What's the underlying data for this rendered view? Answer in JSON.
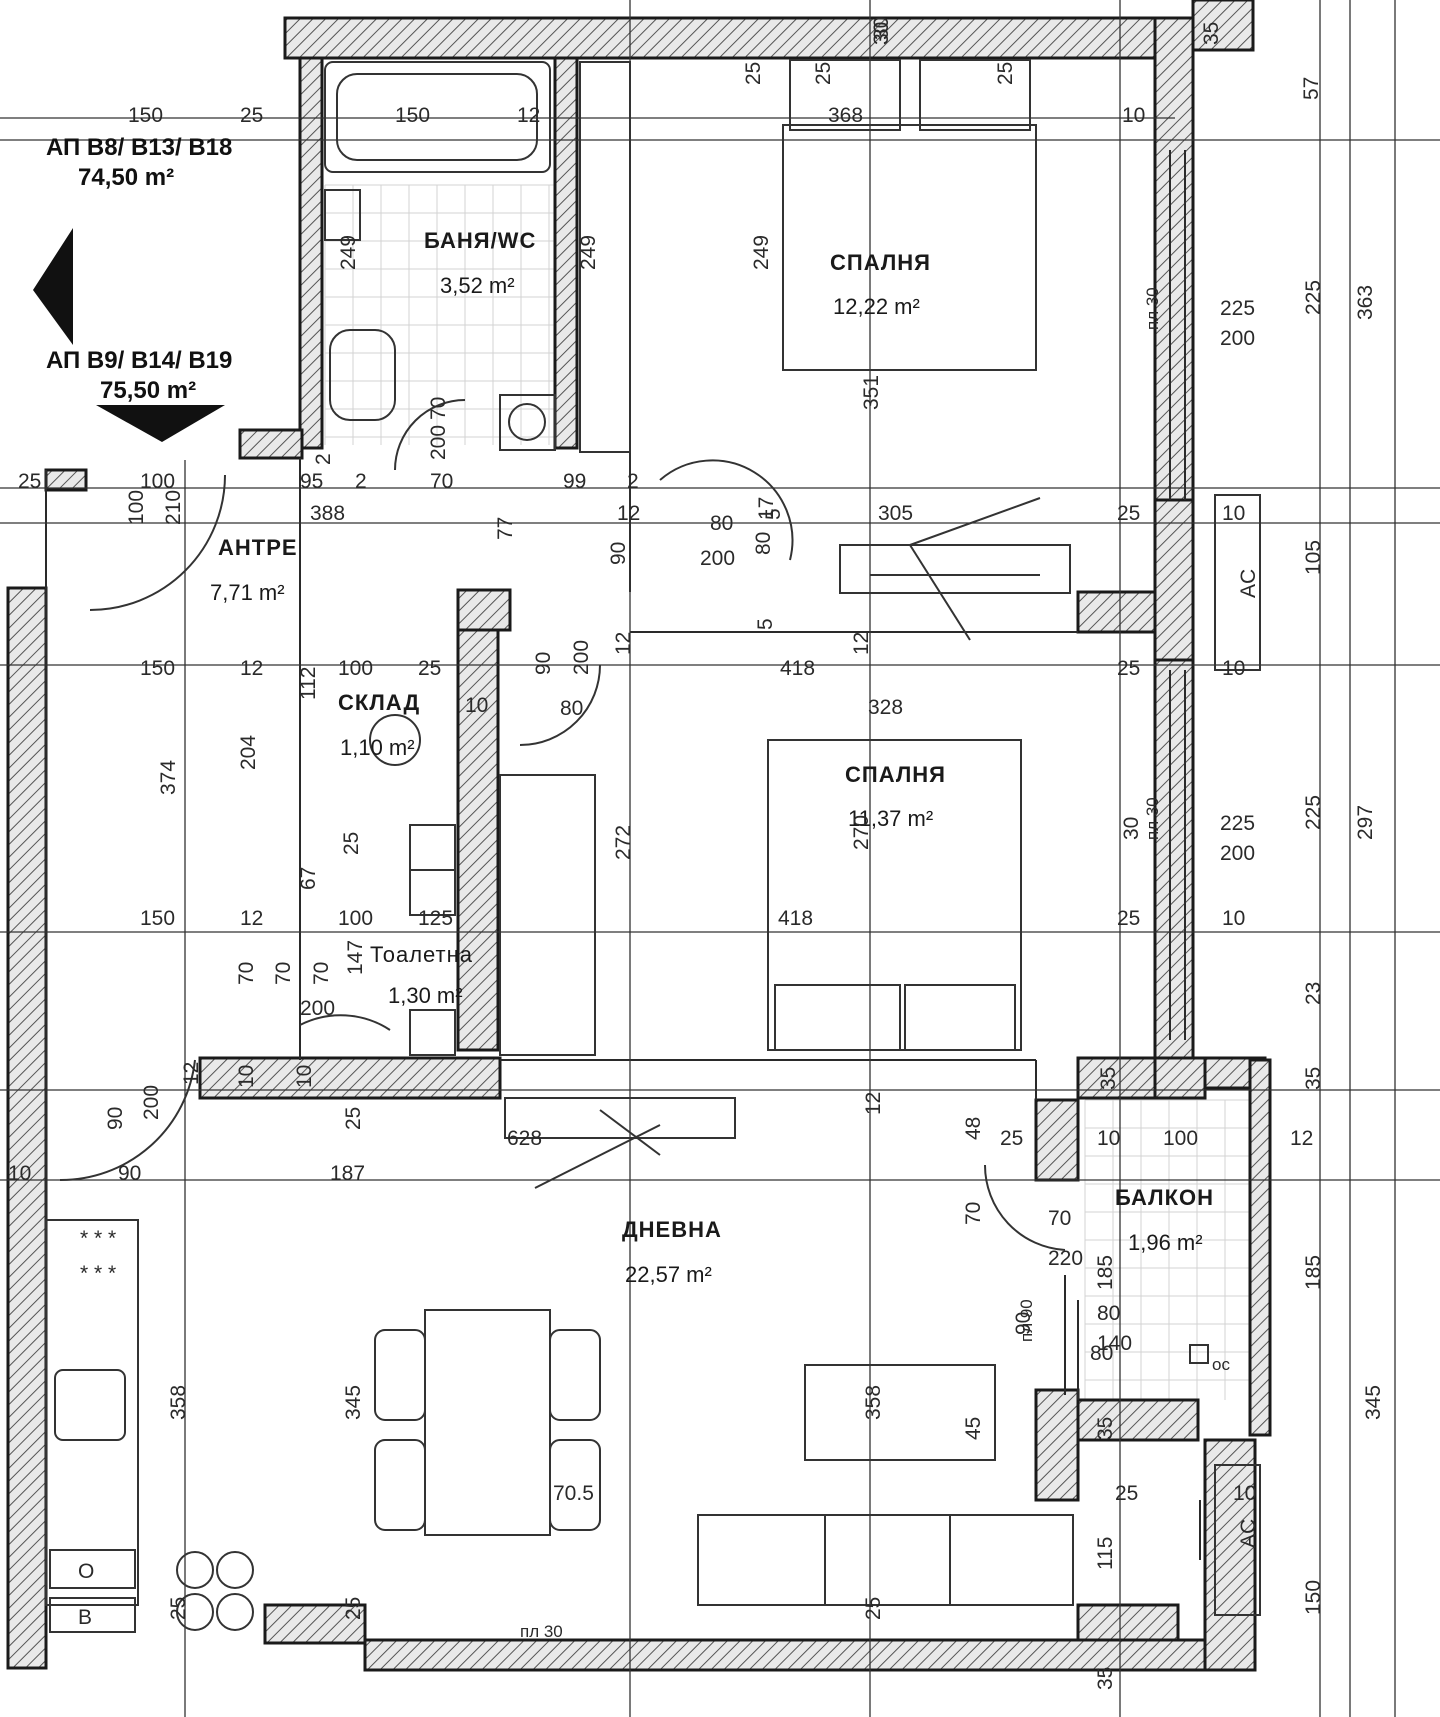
{
  "apartments": {
    "upper": {
      "label": "АП В8/ В13/ В18",
      "area": "74,50 m²"
    },
    "lower": {
      "label": "АП В9/ В14/ В19",
      "area": "75,50 m²"
    }
  },
  "rooms": [
    {
      "id": "bath",
      "name": "БАНЯ/WC",
      "area": "3,52 m²"
    },
    {
      "id": "bedroom1",
      "name": "СПАЛНЯ",
      "area": "12,22 m²"
    },
    {
      "id": "hall",
      "name": "АНТРЕ",
      "area": "7,71 m²"
    },
    {
      "id": "storage",
      "name": "СКЛАД",
      "area": "1,10 m²"
    },
    {
      "id": "bedroom2",
      "name": "СПАЛНЯ",
      "area": "11,37 m²"
    },
    {
      "id": "toilet",
      "name": "Тоалетна",
      "area": "1,30 m²"
    },
    {
      "id": "living",
      "name": "ДНЕВНА",
      "area": "22,57 m²"
    },
    {
      "id": "balcony",
      "name": "БАЛКОН",
      "area": "1,96 m²"
    }
  ],
  "units": {
    "ac": "AC",
    "sill": "пл 30",
    "sill90": "пл 90",
    "drain": "ос",
    "sign_a": "О",
    "sign_b": "В"
  },
  "dims": [
    "150",
    "25",
    "150",
    "12",
    "368",
    "25",
    "25",
    "25",
    "10",
    "35",
    "57",
    "249",
    "249",
    "249",
    "225",
    "200",
    "225",
    "363",
    "351",
    "30",
    "25",
    "100",
    "95",
    "2",
    "70",
    "99",
    "2",
    "12",
    "80",
    "17",
    "388",
    "77",
    "90",
    "200",
    "80",
    "305",
    "25",
    "10",
    "105",
    "5",
    "150",
    "12",
    "100",
    "25",
    "10",
    "80",
    "90",
    "200",
    "12",
    "418",
    "12",
    "25",
    "10",
    "328",
    "225",
    "200",
    "225",
    "297",
    "30",
    "112",
    "204",
    "374",
    "25",
    "272",
    "270",
    "67",
    "150",
    "12",
    "100",
    "125",
    "418",
    "25",
    "10",
    "147",
    "70",
    "70",
    "70",
    "200",
    "23",
    "10",
    "10",
    "25",
    "12",
    "35",
    "35",
    "48",
    "25",
    "10",
    "100",
    "12",
    "628",
    "90",
    "200",
    "12",
    "90",
    "10",
    "187",
    "70",
    "70",
    "220",
    "185",
    "185",
    "90",
    "80",
    "140",
    "80",
    "358",
    "345",
    "345",
    "358",
    "45",
    "35",
    "25",
    "10",
    "115",
    "150",
    "70.5",
    "25",
    "25",
    "25",
    "35",
    "210",
    "100",
    "2",
    "30",
    "5",
    "70",
    "200"
  ]
}
